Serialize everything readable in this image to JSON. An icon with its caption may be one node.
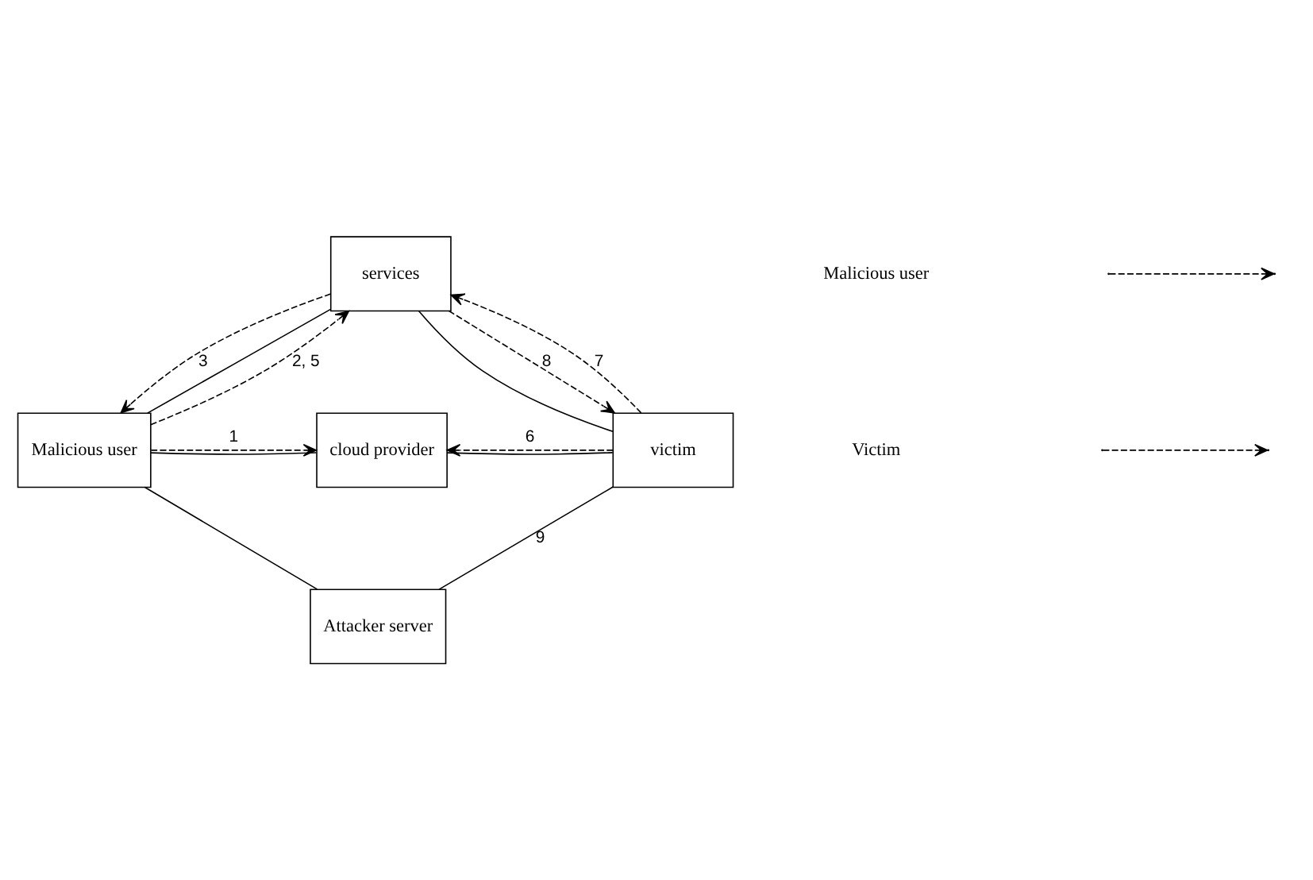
{
  "diagram": {
    "nodes": [
      {
        "text": [
          "services"
        ]
      },
      {
        "text": [
          "Malicious user"
        ]
      },
      {
        "text": [
          "cloud provider"
        ]
      },
      {
        "text": [
          "victim"
        ]
      },
      {
        "text": [
          "Attacker server"
        ]
      }
    ],
    "edges": [
      {
        "from": 1,
        "to": 0,
        "arrow": "none"
      },
      {
        "from": 0,
        "to": 3,
        "arrow": "none"
      },
      {
        "from": 1,
        "to": 2,
        "arrow": "none"
      },
      {
        "from": 2,
        "to": 3,
        "arrow": "none"
      },
      {
        "from": 1,
        "to": 4,
        "arrow": "none"
      },
      {
        "from": 3,
        "to": 4,
        "arrow": "none",
        "label": "9"
      },
      {
        "from": 1,
        "to": 2,
        "arrow": "to",
        "style": "dashed",
        "label": "1"
      },
      {
        "from": 3,
        "to": 2,
        "arrow": "to",
        "style": "dashed",
        "label": "6"
      },
      {
        "from": 1,
        "to": 0,
        "arrow": "to",
        "style": "dashed",
        "label": "2, 5"
      },
      {
        "from": 0,
        "to": 1,
        "arrow": "to",
        "style": "dashed",
        "label": "3"
      },
      {
        "from": 0,
        "to": 3,
        "arrow": "to",
        "style": "dashed",
        "label": "8"
      },
      {
        "from": 3,
        "to": 0,
        "arrow": "to",
        "style": "dashed",
        "label": "7"
      }
    ],
    "legend": [
      {
        "text": "Malicious user"
      },
      {
        "text": "Victim"
      }
    ]
  }
}
